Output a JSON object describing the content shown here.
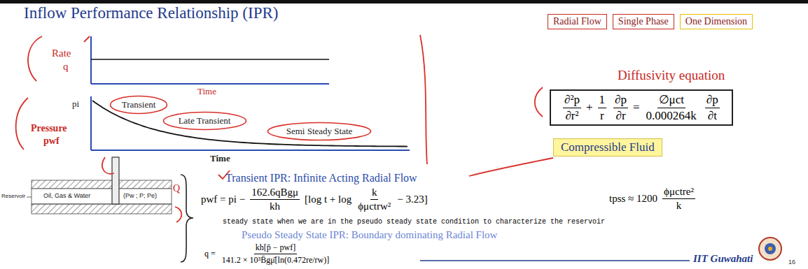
{
  "diagram": {
    "title": "Inflow Performance Relationship (IPR)",
    "nodes": [
      {
        "text": [
          "Radial Flow"
        ]
      },
      {
        "text": [
          "Single Phase"
        ]
      },
      {
        "text": [
          "One Dimension"
        ]
      },
      {
        "text": [
          "Transient"
        ]
      },
      {
        "text": [
          "Late Transient"
        ]
      },
      {
        "text": [
          "Semi Steady State"
        ]
      },
      {
        "text": [
          "Diffusivity equation",
          "∂²p",
          "∂r²",
          "+",
          "1",
          "r",
          "∂p",
          "∂r",
          "=",
          "∅μct",
          "0.000264k",
          "∂p",
          "∂t"
        ]
      },
      {
        "text": [
          "Compressible Fluid"
        ]
      }
    ],
    "labels": [
      "Rate",
      "q",
      "Time",
      "pi",
      "Pressure",
      "pwf",
      "Time",
      "Reservoir",
      "Oil, Gas & Water",
      "(Pw ; P; Pe)",
      "Q",
      "Transient IPR: Infinite Acting Radial Flow",
      "pwf = pi −",
      "162.6qBgμ",
      "kh",
      "[log t + log",
      "k",
      "ϕμctrw²",
      "− 3.23]",
      "tpss ≈ 1200",
      "ϕμctre²",
      "k",
      "Pseudo Steady State IPR: Boundary dominating Radial Flow",
      "steady state when we are in the pseudo steady state condition to characterize the reservoir",
      "q =",
      "kh[p̄ − pwf]",
      "141.2 × 10³B̄gμ̄[ln(0.472re/rw)]",
      "IIT Guwahati",
      "16"
    ]
  }
}
